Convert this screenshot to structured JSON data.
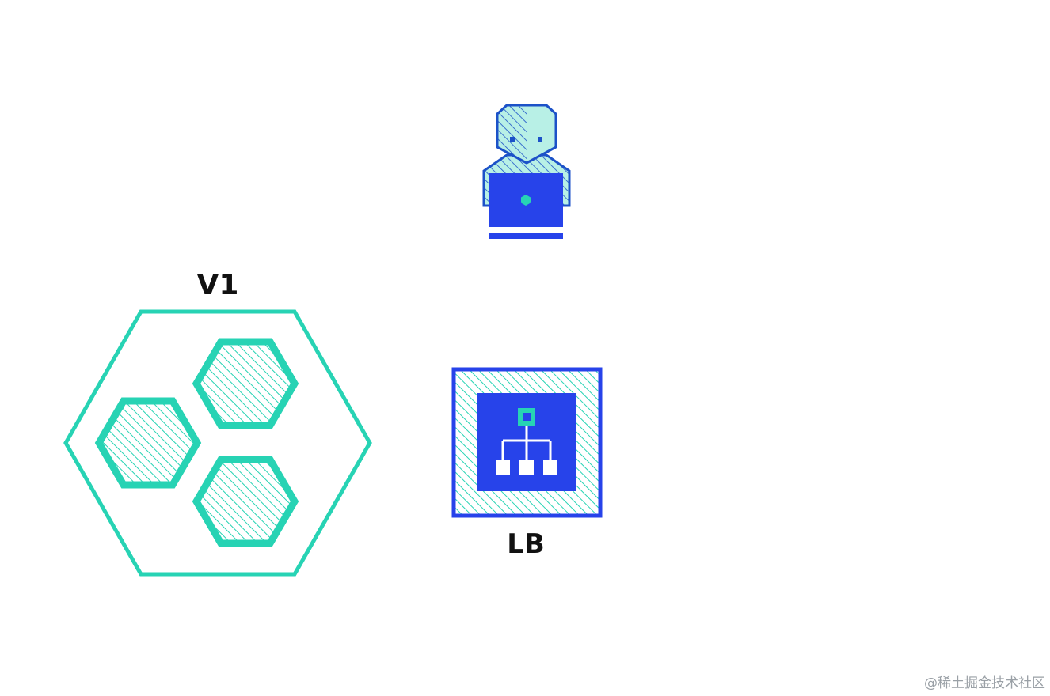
{
  "colors": {
    "teal": "#27d3b4",
    "teal_light": "#b8f0e6",
    "blue": "#2743ea",
    "blue_dark": "#1c52c8",
    "text": "#111111",
    "watermark": "#9aa0a6"
  },
  "nodes": {
    "user": {
      "icon": "developer-laptop-icon"
    },
    "v1": {
      "label": "V1",
      "icon": "service-cluster-icon"
    },
    "lb": {
      "label": "LB",
      "icon": "load-balancer-icon"
    }
  },
  "watermark": "@稀土掘金技术社区"
}
